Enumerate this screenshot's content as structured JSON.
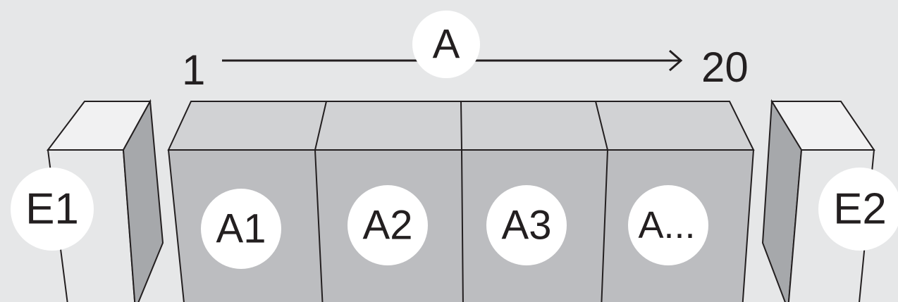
{
  "diagram": {
    "arrow": {
      "start_label": "1",
      "end_label": "20",
      "title": "A"
    },
    "blocks": [
      {
        "label": "A1"
      },
      {
        "label": "A2"
      },
      {
        "label": "A3"
      },
      {
        "label": "A..."
      }
    ],
    "end_pieces": {
      "left_label": "E1",
      "right_label": "E2"
    },
    "colors": {
      "background": "#e6e7e8",
      "block_front": "#bcbdc0",
      "block_top": "#d1d2d4",
      "end_front": "#e6e7e8",
      "end_side": "#a6a8ab",
      "stroke": "#231f20",
      "badge": "#ffffff"
    }
  }
}
